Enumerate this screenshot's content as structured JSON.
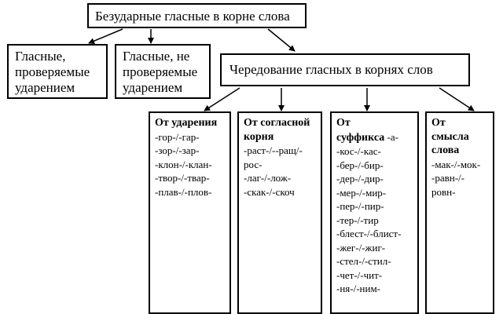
{
  "root": {
    "label": "Безударные гласные в корне слова"
  },
  "checked": {
    "lines": [
      "Гласные,",
      "проверяемые",
      "ударением"
    ]
  },
  "unchecked": {
    "lines": [
      "Гласные, не",
      "проверяемые",
      "ударением"
    ]
  },
  "alternation": {
    "label": "Чередование гласных в корнях слов"
  },
  "columns": [
    {
      "title": [
        "От ударения"
      ],
      "items": [
        "-гор-/-гар-",
        "-зор-/-зар-",
        "-клон-/-клан-",
        "-твор-/-твар-",
        "-плав-/-плов-"
      ]
    },
    {
      "title": [
        "От согласной",
        "корня"
      ],
      "items": [
        "-раст-/--ращ/-",
        "рос-",
        "-лаг-/-лож-",
        "-скак-/-скоч"
      ]
    },
    {
      "title": [
        "От",
        "суффикса"
      ],
      "suffix": " -а-",
      "items": [
        "-кос-/-кас-",
        "-бер-/-бир-",
        "-дер-/-дир-",
        "-мер-/-мир-",
        "-пер-/-пир-",
        "-тер-/-тир",
        "-блест-/-блист-",
        "-жег-/-жиг-",
        "-стел-/-стил-",
        "-чет-/-чит-",
        "-ня-/-ним-"
      ]
    },
    {
      "title": [
        "От",
        "смысла",
        "слова"
      ],
      "items": [
        "-мак-/-мок-",
        "-равн-/-",
        "ровн-"
      ]
    }
  ]
}
